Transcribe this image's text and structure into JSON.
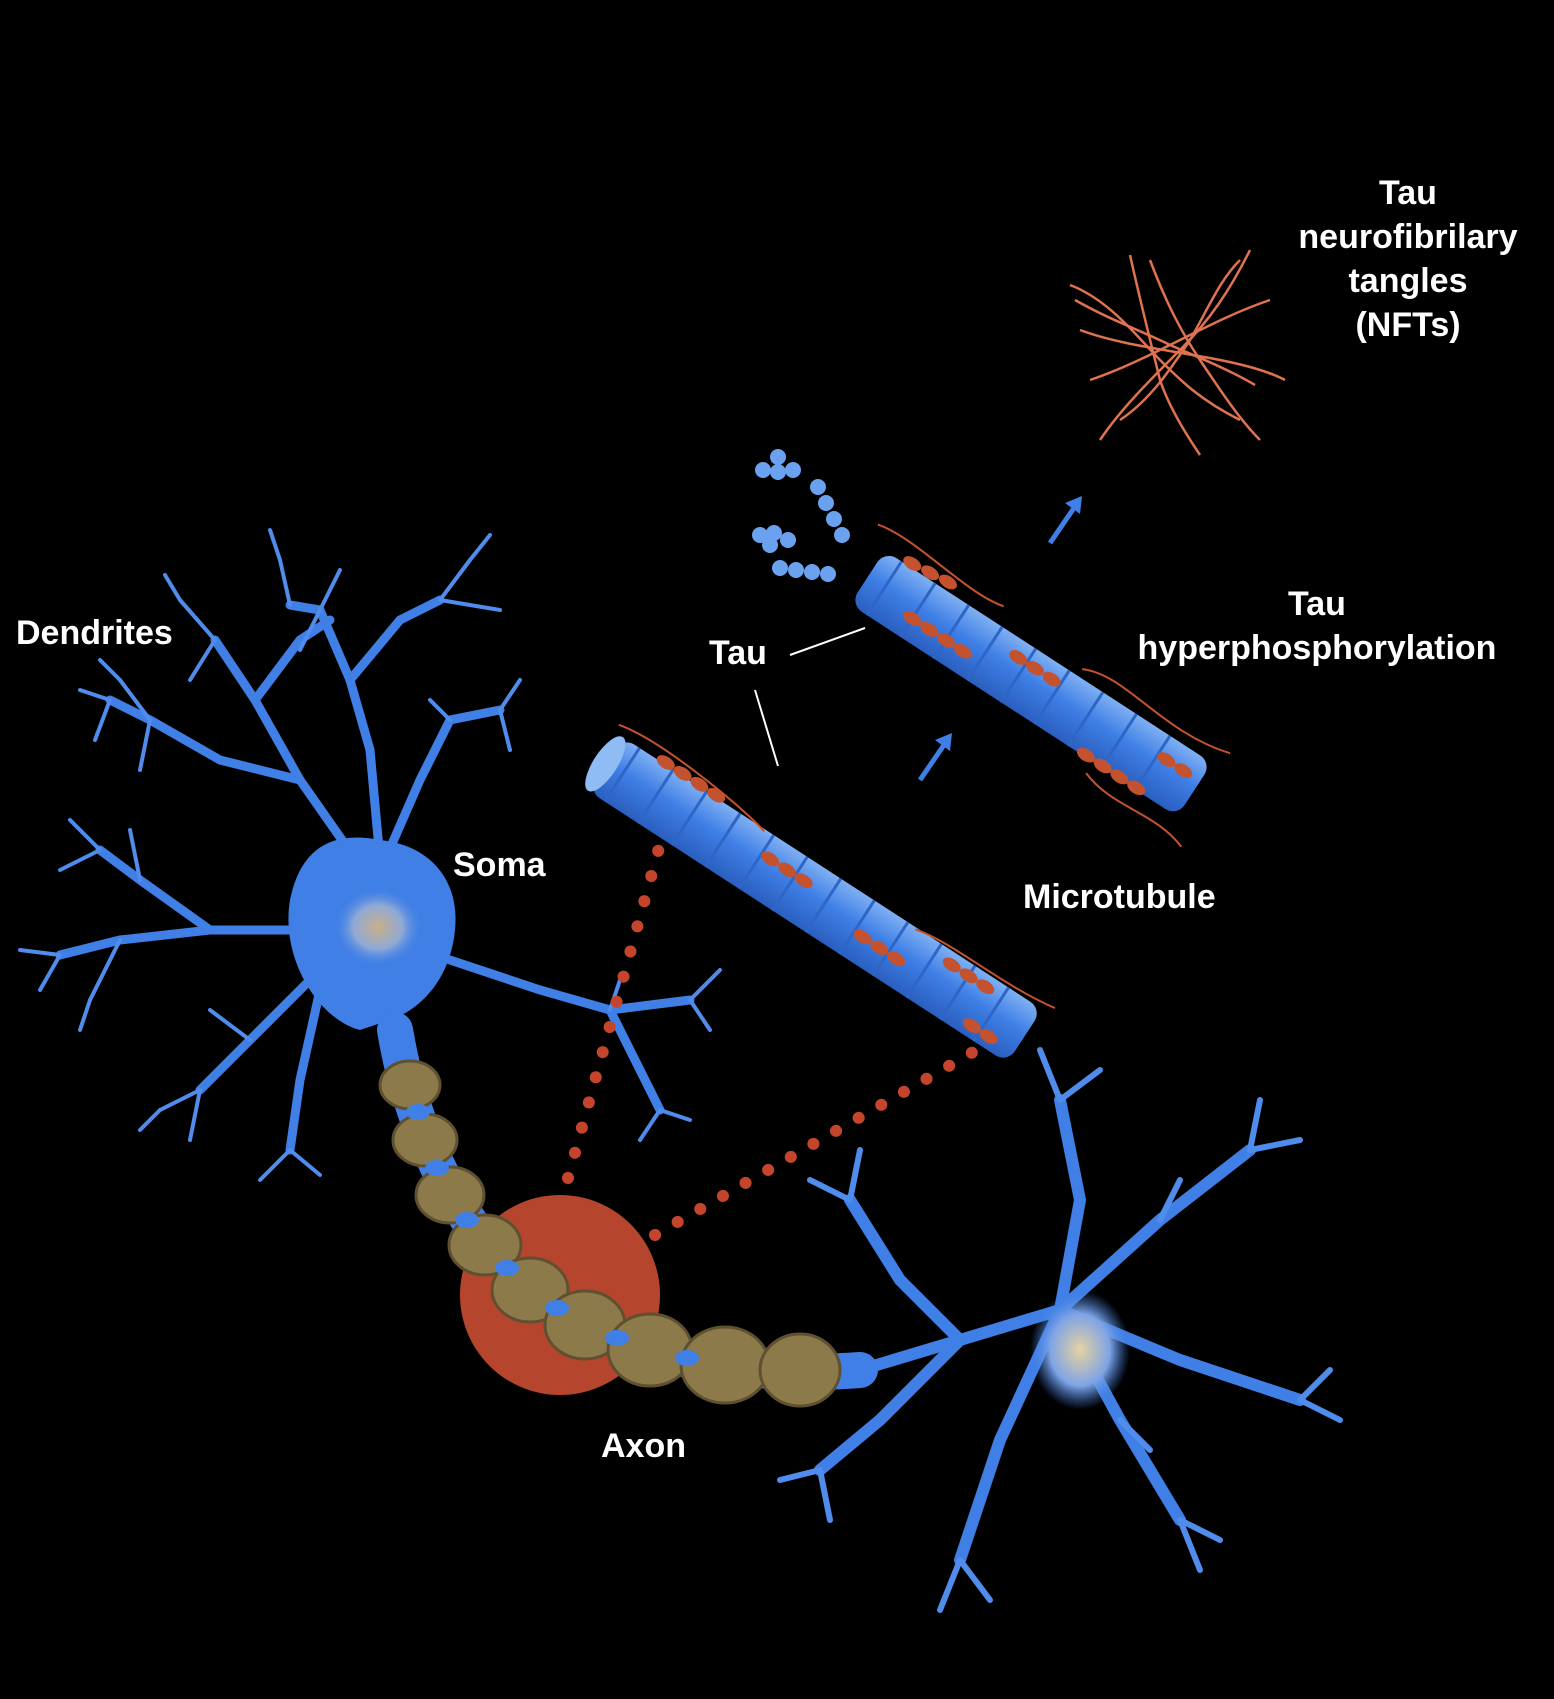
{
  "colors": {
    "background": "#000000",
    "neuron": "#3f7fe6",
    "neuron_light": "#6aa2f0",
    "myelin": "#8c7a4a",
    "highlight_circle": "#b5452d",
    "tau": "#c4522e",
    "tangle": "#e07250",
    "label": "#ffffff"
  },
  "labels": {
    "dendrites": "Dendrites",
    "soma": "Soma",
    "axon": "Axon",
    "tau": "Tau",
    "microtubule": "Microtubule",
    "hyperphosphorylation": [
      "Tau",
      "hyperphosphorylation"
    ],
    "nfts": [
      "Tau",
      "neurofibrilary",
      "tangles",
      "(NFTs)"
    ]
  }
}
